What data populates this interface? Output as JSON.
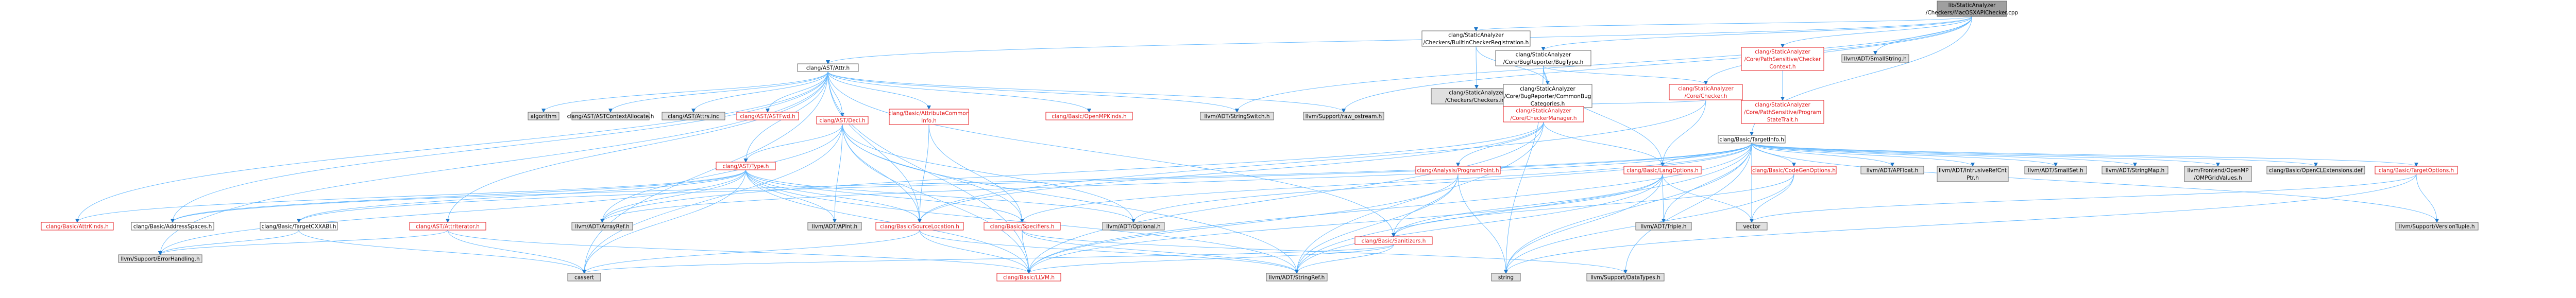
{
  "colors": {
    "edge": "#63b8ff",
    "edge_head": "#1f77c9",
    "node_fill": "#ffffff",
    "node_border_normal": "#666666",
    "node_border_red": "#e41a1c",
    "node_fill_gray": "#e0e0e0",
    "node_fill_root": "#9f9f9f",
    "node_text": "#000000",
    "node_text_red": "#e41a1c"
  },
  "graph": {
    "nodes": [
      {
        "id": "root",
        "lines": [
          "lib/StaticAnalyzer",
          "/Checkers/MacOSXAPIChecker.cpp"
        ],
        "style": "root"
      },
      {
        "id": "ast",
        "lines": [
          "clang/AST/Attr.h"
        ],
        "style": "normal"
      },
      {
        "id": "builtin",
        "lines": [
          "clang/StaticAnalyzer",
          "/Checkers/BuiltinCheckerRegistration.h"
        ],
        "style": "normal"
      },
      {
        "id": "bugtype",
        "lines": [
          "clang/StaticAnalyzer",
          "/Core/BugReporter/BugType.h"
        ],
        "style": "normal"
      },
      {
        "id": "pathsens_ctx",
        "lines": [
          "clang/StaticAnalyzer",
          "/Core/PathSensitive/Checker",
          "Context.h"
        ],
        "style": "red"
      },
      {
        "id": "smallstring",
        "lines": [
          "llvm/ADT/SmallString.h"
        ],
        "style": "gray"
      },
      {
        "id": "checkers_inc",
        "lines": [
          "clang/StaticAnalyzer",
          "/Checkers/Checkers.inc"
        ],
        "style": "gray"
      },
      {
        "id": "commonbug",
        "lines": [
          "clang/StaticAnalyzer",
          "/Core/BugReporter/CommonBug",
          "Categories.h"
        ],
        "style": "normal"
      },
      {
        "id": "checker_h",
        "lines": [
          "clang/StaticAnalyzer",
          "/Core/Checker.h"
        ],
        "style": "red"
      },
      {
        "id": "progstate",
        "lines": [
          "clang/StaticAnalyzer",
          "/Core/PathSensitive/Program",
          "StateTrait.h"
        ],
        "style": "red"
      },
      {
        "id": "algorithm",
        "lines": [
          "algorithm"
        ],
        "style": "gray"
      },
      {
        "id": "astctx",
        "lines": [
          "clang/AST/ASTContextAllocate.h"
        ],
        "style": "gray"
      },
      {
        "id": "attrs_inc",
        "lines": [
          "clang/AST/Attrs.inc"
        ],
        "style": "gray"
      },
      {
        "id": "asttypes",
        "lines": [
          "clang/AST/ASTFwd.h"
        ],
        "style": "red"
      },
      {
        "id": "decl",
        "lines": [
          "clang/AST/Decl.h"
        ],
        "style": "red"
      },
      {
        "id": "attrcommon",
        "lines": [
          "clang/Basic/AttributeCommon",
          "Info.h"
        ],
        "style": "red"
      },
      {
        "id": "openmp",
        "lines": [
          "clang/Basic/OpenMPKinds.h"
        ],
        "style": "red"
      },
      {
        "id": "stringswitch",
        "lines": [
          "llvm/ADT/StringSwitch.h"
        ],
        "style": "gray"
      },
      {
        "id": "raw_ostream",
        "lines": [
          "llvm/Support/raw_ostream.h"
        ],
        "style": "gray"
      },
      {
        "id": "checkermgr",
        "lines": [
          "clang/StaticAnalyzer",
          "/Core/CheckerManager.h"
        ],
        "style": "red"
      },
      {
        "id": "targetinfo",
        "lines": [
          "clang/Basic/TargetInfo.h"
        ],
        "style": "normal"
      },
      {
        "id": "type",
        "lines": [
          "clang/AST/Type.h"
        ],
        "style": "red"
      },
      {
        "id": "progpoint",
        "lines": [
          "clang/Analysis/ProgramPoint.h"
        ],
        "style": "red"
      },
      {
        "id": "langopts",
        "lines": [
          "clang/Basic/LangOptions.h"
        ],
        "style": "red"
      },
      {
        "id": "codegenopts",
        "lines": [
          "clang/Basic/CodeGenOptions.h"
        ],
        "style": "red"
      },
      {
        "id": "apfloat",
        "lines": [
          "llvm/ADT/APFloat.h"
        ],
        "style": "gray"
      },
      {
        "id": "intrusive",
        "lines": [
          "llvm/ADT/IntrusiveRefCnt",
          "Ptr.h"
        ],
        "style": "gray"
      },
      {
        "id": "smallset",
        "lines": [
          "llvm/ADT/SmallSet.h"
        ],
        "style": "gray"
      },
      {
        "id": "stringmap",
        "lines": [
          "llvm/ADT/StringMap.h"
        ],
        "style": "gray"
      },
      {
        "id": "openmpfe",
        "lines": [
          "llvm/Frontend/OpenMP",
          "/OMPGridValues.h"
        ],
        "style": "gray"
      },
      {
        "id": "openclext",
        "lines": [
          "clang/Basic/OpenCLExtensions.def"
        ],
        "style": "gray"
      },
      {
        "id": "targetopts",
        "lines": [
          "clang/Basic/TargetOptions.h"
        ],
        "style": "red"
      },
      {
        "id": "attrkinds",
        "lines": [
          "clang/Basic/AttrKinds.h"
        ],
        "style": "red"
      },
      {
        "id": "addrspaces",
        "lines": [
          "clang/Basic/AddressSpaces.h"
        ],
        "style": "normal"
      },
      {
        "id": "targetcxxabi",
        "lines": [
          "clang/Basic/TargetCXXABI.h"
        ],
        "style": "normal"
      },
      {
        "id": "attriter",
        "lines": [
          "clang/AST/AttrIterator.h"
        ],
        "style": "red"
      },
      {
        "id": "arrayref",
        "lines": [
          "llvm/ADT/ArrayRef.h"
        ],
        "style": "gray"
      },
      {
        "id": "apint",
        "lines": [
          "llvm/ADT/APInt.h"
        ],
        "style": "gray"
      },
      {
        "id": "srcloc",
        "lines": [
          "clang/Basic/SourceLocation.h"
        ],
        "style": "red"
      },
      {
        "id": "specifiers",
        "lines": [
          "clang/Basic/Specifiers.h"
        ],
        "style": "red"
      },
      {
        "id": "optional",
        "lines": [
          "llvm/ADT/Optional.h"
        ],
        "style": "gray"
      },
      {
        "id": "sanitizers",
        "lines": [
          "clang/Basic/Sanitizers.h"
        ],
        "style": "red"
      },
      {
        "id": "triple",
        "lines": [
          "llvm/ADT/Triple.h"
        ],
        "style": "gray"
      },
      {
        "id": "vector",
        "lines": [
          "vector"
        ],
        "style": "gray"
      },
      {
        "id": "versiontuple",
        "lines": [
          "llvm/Support/VersionTuple.h"
        ],
        "style": "gray"
      },
      {
        "id": "errorhandling",
        "lines": [
          "llvm/Support/ErrorHandling.h"
        ],
        "style": "gray"
      },
      {
        "id": "cassert",
        "lines": [
          "cassert"
        ],
        "style": "gray"
      },
      {
        "id": "llvm_h",
        "lines": [
          "clang/Basic/LLVM.h"
        ],
        "style": "red"
      },
      {
        "id": "stringref",
        "lines": [
          "llvm/ADT/StringRef.h"
        ],
        "style": "gray"
      },
      {
        "id": "string",
        "lines": [
          "string"
        ],
        "style": "gray"
      },
      {
        "id": "datatypes",
        "lines": [
          "llvm/Support/DataTypes.h"
        ],
        "style": "gray"
      }
    ],
    "edges": [
      [
        "root",
        "ast"
      ],
      [
        "root",
        "builtin"
      ],
      [
        "root",
        "bugtype"
      ],
      [
        "root",
        "pathsens_ctx"
      ],
      [
        "root",
        "smallstring"
      ],
      [
        "root",
        "stringswitch"
      ],
      [
        "root",
        "raw_ostream"
      ],
      [
        "root",
        "targetinfo"
      ],
      [
        "root",
        "checker_h"
      ],
      [
        "builtin",
        "checkers_inc"
      ],
      [
        "builtin",
        "commonbug"
      ],
      [
        "bugtype",
        "commonbug"
      ],
      [
        "bugtype",
        "checker_h"
      ],
      [
        "bugtype",
        "string"
      ],
      [
        "bugtype",
        "langopts"
      ],
      [
        "pathsens_ctx",
        "progstate"
      ],
      [
        "checker_h",
        "checkermgr"
      ],
      [
        "checker_h",
        "langopts"
      ],
      [
        "checker_h",
        "srcloc"
      ],
      [
        "ast",
        "algorithm"
      ],
      [
        "ast",
        "astctx"
      ],
      [
        "ast",
        "attrs_inc"
      ],
      [
        "ast",
        "asttypes"
      ],
      [
        "ast",
        "decl"
      ],
      [
        "ast",
        "attrcommon"
      ],
      [
        "ast",
        "openmp"
      ],
      [
        "ast",
        "stringswitch"
      ],
      [
        "ast",
        "raw_ostream"
      ],
      [
        "ast",
        "type"
      ],
      [
        "ast",
        "attrkinds"
      ],
      [
        "ast",
        "attriter"
      ],
      [
        "ast",
        "srcloc"
      ],
      [
        "ast",
        "llvm_h"
      ],
      [
        "ast",
        "cassert"
      ],
      [
        "ast",
        "errorhandling"
      ],
      [
        "ast",
        "sanitizers"
      ],
      [
        "ast",
        "addrspaces"
      ],
      [
        "decl",
        "type"
      ],
      [
        "decl",
        "arrayref"
      ],
      [
        "decl",
        "srcloc"
      ],
      [
        "decl",
        "specifiers"
      ],
      [
        "decl",
        "optional"
      ],
      [
        "decl",
        "llvm_h"
      ],
      [
        "decl",
        "stringref"
      ],
      [
        "decl",
        "cassert"
      ],
      [
        "decl",
        "apint"
      ],
      [
        "attrcommon",
        "srcloc"
      ],
      [
        "attrcommon",
        "specifiers"
      ],
      [
        "checkermgr",
        "progpoint"
      ],
      [
        "checkermgr",
        "langopts"
      ],
      [
        "checkermgr",
        "arrayref"
      ],
      [
        "checkermgr",
        "stringref"
      ],
      [
        "checkermgr",
        "llvm_h"
      ],
      [
        "checkermgr",
        "srcloc"
      ],
      [
        "targetinfo",
        "langopts"
      ],
      [
        "targetinfo",
        "codegenopts"
      ],
      [
        "targetinfo",
        "apfloat"
      ],
      [
        "targetinfo",
        "intrusive"
      ],
      [
        "targetinfo",
        "smallset"
      ],
      [
        "targetinfo",
        "stringmap"
      ],
      [
        "targetinfo",
        "openmpfe"
      ],
      [
        "targetinfo",
        "openclext"
      ],
      [
        "targetinfo",
        "targetopts"
      ],
      [
        "targetinfo",
        "addrspaces"
      ],
      [
        "targetinfo",
        "targetcxxabi"
      ],
      [
        "targetinfo",
        "triple"
      ],
      [
        "targetinfo",
        "vector"
      ],
      [
        "targetinfo",
        "versiontuple"
      ],
      [
        "targetinfo",
        "datatypes"
      ],
      [
        "targetinfo",
        "arrayref"
      ],
      [
        "targetinfo",
        "optional"
      ],
      [
        "targetinfo",
        "specifiers"
      ],
      [
        "targetinfo",
        "string"
      ],
      [
        "targetinfo",
        "llvm_h"
      ],
      [
        "targetinfo",
        "stringref"
      ],
      [
        "type",
        "attrkinds"
      ],
      [
        "type",
        "addrspaces"
      ],
      [
        "type",
        "targetcxxabi"
      ],
      [
        "type",
        "arrayref"
      ],
      [
        "type",
        "apint"
      ],
      [
        "type",
        "srcloc"
      ],
      [
        "type",
        "specifiers"
      ],
      [
        "type",
        "optional"
      ],
      [
        "type",
        "llvm_h"
      ],
      [
        "type",
        "cassert"
      ],
      [
        "type",
        "errorhandling"
      ],
      [
        "type",
        "stringref"
      ],
      [
        "progpoint",
        "sanitizers"
      ],
      [
        "progpoint",
        "llvm_h"
      ],
      [
        "progpoint",
        "string"
      ],
      [
        "progpoint",
        "stringref"
      ],
      [
        "langopts",
        "sanitizers"
      ],
      [
        "langopts",
        "triple"
      ],
      [
        "langopts",
        "vector"
      ],
      [
        "langopts",
        "string"
      ],
      [
        "langopts",
        "llvm_h"
      ],
      [
        "langopts",
        "stringref"
      ],
      [
        "codegenopts",
        "sanitizers"
      ],
      [
        "codegenopts",
        "vector"
      ],
      [
        "codegenopts",
        "string"
      ],
      [
        "targetopts",
        "vector"
      ],
      [
        "targetopts",
        "versiontuple"
      ],
      [
        "targetopts",
        "string"
      ],
      [
        "attriter",
        "llvm_h"
      ],
      [
        "attriter",
        "cassert"
      ],
      [
        "attriter",
        "errorhandling"
      ],
      [
        "targetcxxabi",
        "errorhandling"
      ],
      [
        "targetcxxabi",
        "cassert"
      ],
      [
        "srcloc",
        "llvm_h"
      ],
      [
        "srcloc",
        "stringref"
      ],
      [
        "srcloc",
        "cassert"
      ],
      [
        "specifiers",
        "llvm_h"
      ],
      [
        "specifiers",
        "stringref"
      ],
      [
        "specifiers",
        "datatypes"
      ],
      [
        "sanitizers",
        "llvm_h"
      ],
      [
        "sanitizers",
        "stringref"
      ],
      [
        "sanitizers",
        "cassert"
      ]
    ]
  }
}
